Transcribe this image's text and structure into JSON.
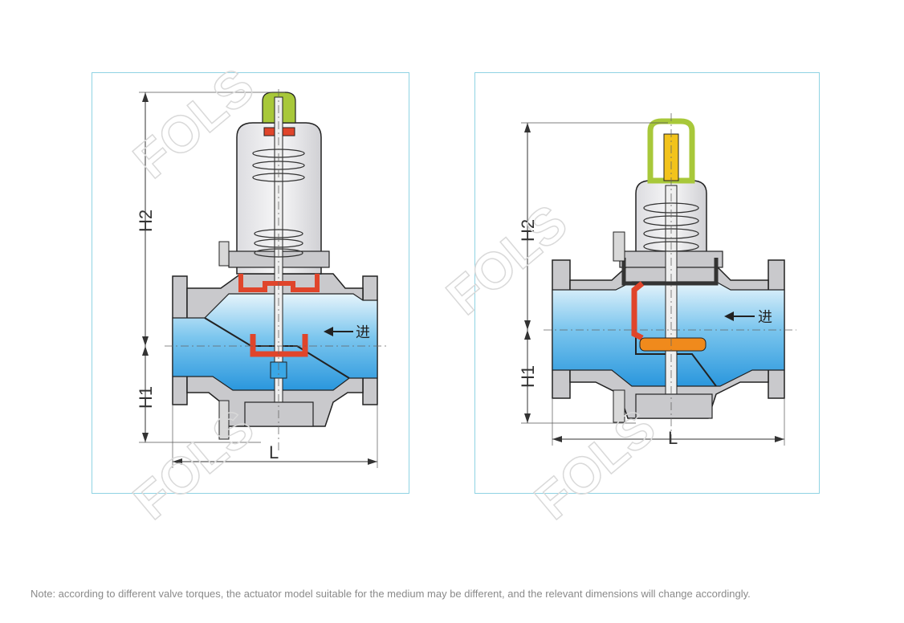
{
  "diagrams": [
    {
      "id": "left",
      "labels": {
        "h2": "H2",
        "h1": "H1",
        "length": "L",
        "inlet": "进"
      }
    },
    {
      "id": "right",
      "labels": {
        "h2": "H2",
        "h1": "H1",
        "length": "L",
        "inlet": "进"
      }
    }
  ],
  "watermark": {
    "text": "FOLS"
  },
  "note": "Note: according to different valve torques, the actuator model suitable for the medium may be different, and the relevant dimensions will change accordingly.",
  "colors": {
    "border": "#8fd3e3",
    "body": "#c9c9cc",
    "fluid": "#3aa7e6",
    "seal_red": "#e0452b",
    "cap_green": "#a8c83a",
    "stem_yellow": "#f2c31c",
    "disc_orange": "#f08a1c"
  }
}
